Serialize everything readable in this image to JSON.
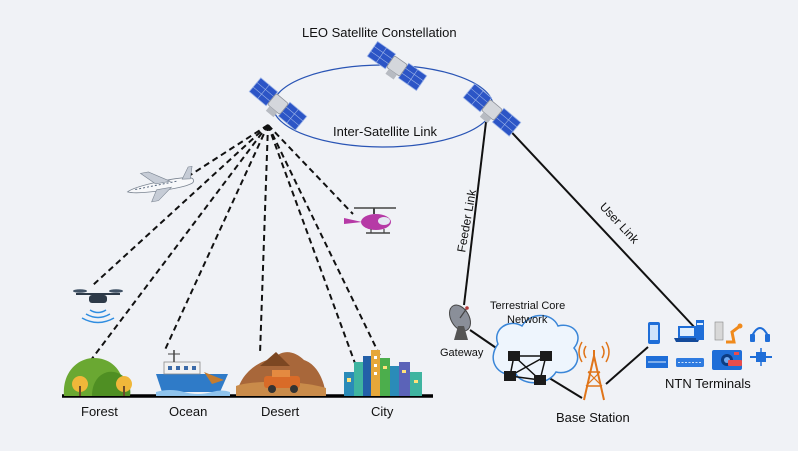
{
  "labels": {
    "constellation": "LEO Satellite Constellation",
    "inter_sat_link": "Inter-Satellite Link",
    "feeder_link": "Feeder Link",
    "user_link": "User Link",
    "core_network_line1": "Terrestrial Core",
    "core_network_line2": "Network",
    "gateway": "Gateway",
    "base_station": "Base Station",
    "ntn_terminals": "NTN Terminals",
    "forest": "Forest",
    "ocean": "Ocean",
    "desert": "Desert",
    "city": "City"
  },
  "icons": [
    "satellite-icon",
    "airplane-icon",
    "drone-icon",
    "helicopter-icon",
    "forest-icon",
    "ship-icon",
    "desert-vehicle-icon",
    "city-skyline-icon",
    "gateway-dish-icon",
    "cloud-icon",
    "router-icon",
    "base-station-tower-icon",
    "phone-icon",
    "laptop-icon",
    "desktop-icon",
    "robot-arm-icon",
    "headset-icon",
    "keyboard-icon",
    "camera-icon",
    "satellite-small-icon",
    "server-icon",
    "car-icon"
  ],
  "colors": {
    "background": "#f0f2f6",
    "solar_panel": "#2c55c6",
    "terminal_blue": "#1f6ed8",
    "link_line": "#111111",
    "ground_line": "#000000"
  }
}
